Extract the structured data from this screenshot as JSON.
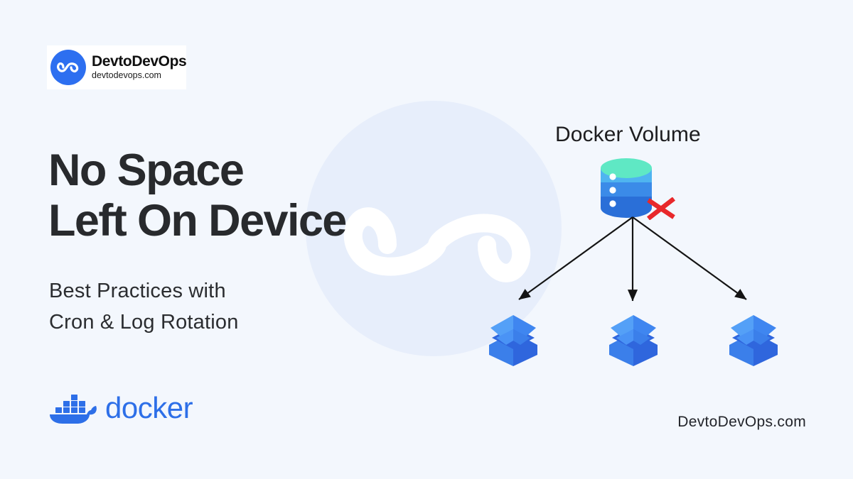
{
  "background_color": "#f3f7fd",
  "brand": {
    "logo_icon": "infinity-icon",
    "name": "DevtoDevOps",
    "website": "devtodevops.com",
    "logo_circle_color": "#2d6ff0",
    "logo_badge_bg": "#ffffff"
  },
  "headline": {
    "line1": "No Space",
    "line2": "Left On Device",
    "color": "#282a2d"
  },
  "subheadline": {
    "line1": "Best Practices with",
    "line2": "Cron & Log Rotation",
    "color": "#2b2d30"
  },
  "docker_brand": {
    "icon": "docker-whale-icon",
    "wordmark": "docker",
    "color": "#2d6fe8"
  },
  "diagram": {
    "title": "Docker Volume",
    "volume_icon": "database-cylinder-icon",
    "volume_colors": {
      "top": "#5fe8c4",
      "band_light": "#4fb4f0",
      "band_mid": "#3b8be8",
      "band_dark": "#2a6fd8",
      "dot": "#ffffff"
    },
    "error_marker": {
      "icon": "red-x-icon",
      "color": "#e8282b"
    },
    "arrow_color": "#141414",
    "arrow_count": 3,
    "containers": [
      {
        "icon": "open-box-icon",
        "label": ""
      },
      {
        "icon": "open-box-icon",
        "label": ""
      },
      {
        "icon": "open-box-icon",
        "label": ""
      }
    ],
    "container_colors": {
      "flap_light": "#54a0f7",
      "flap_mid": "#4a93f5",
      "body_front_left": "#3b7fea",
      "body_front_right": "#2f66dd",
      "inner": "#2f66dd"
    }
  },
  "footer": {
    "site": "DevtoDevOps.com"
  }
}
